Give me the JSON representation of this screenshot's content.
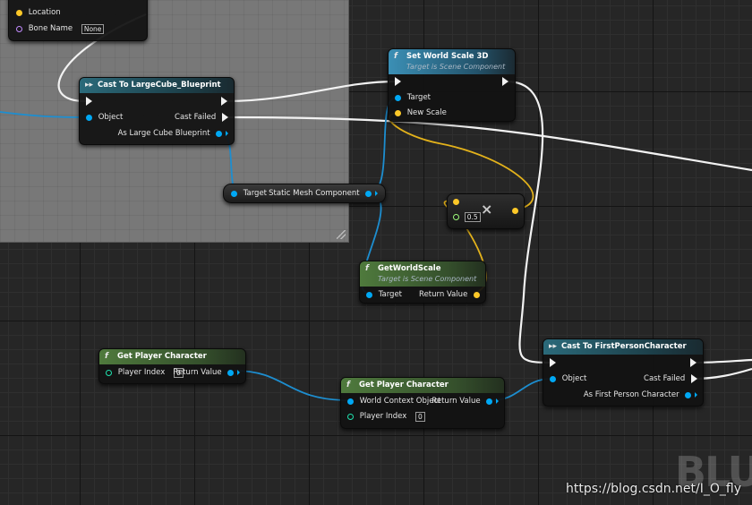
{
  "colors": {
    "exec": "#f2f2f2",
    "object": "#00a8f4",
    "vector": "#fdc828",
    "float": "#9dfc7a",
    "integer": "#1fe3af",
    "name": "#c28bff"
  },
  "top_node": {
    "pins": [
      {
        "label": "Location",
        "type": "vector"
      },
      {
        "label": "Bone Name",
        "type": "name",
        "value": "None"
      }
    ]
  },
  "cast_large_cube": {
    "title": "Cast To LargeCube_Blueprint",
    "icon": "cast-icon",
    "pins": {
      "object": "Object",
      "cast_failed": "Cast Failed",
      "as_output": "As Large Cube Blueprint"
    }
  },
  "set_world_scale": {
    "title": "Set World Scale 3D",
    "subtitle": "Target is Scene Component",
    "icon": "function-icon",
    "pins": {
      "target": "Target",
      "new_scale": "New Scale"
    }
  },
  "static_mesh_getter": {
    "input": "Target",
    "output": "Static Mesh Component"
  },
  "multiply_node": {
    "icon": "multiply-icon",
    "symbol": "×",
    "value": "0.5"
  },
  "get_world_scale": {
    "title": "GetWorldScale",
    "subtitle": "Target is Scene Component",
    "icon": "function-icon",
    "pins": {
      "target": "Target",
      "return": "Return Value"
    }
  },
  "get_player_character_1": {
    "title": "Get Player Character",
    "icon": "function-icon",
    "pins": {
      "player_index": "Player Index",
      "player_index_value": "0",
      "return": "Return Value"
    }
  },
  "get_player_character_2": {
    "title": "Get Player Character",
    "icon": "function-icon",
    "pins": {
      "world_context": "World Context Object",
      "return": "Return Value",
      "player_index": "Player Index",
      "player_index_value": "0"
    }
  },
  "cast_first_person": {
    "title": "Cast To FirstPersonCharacter",
    "icon": "cast-icon",
    "pins": {
      "object": "Object",
      "cast_failed": "Cast Failed",
      "as_output": "As First Person Character"
    }
  },
  "watermark": {
    "text": "https://blog.csdn.net/I_O_fly",
    "logo": "BLU"
  }
}
